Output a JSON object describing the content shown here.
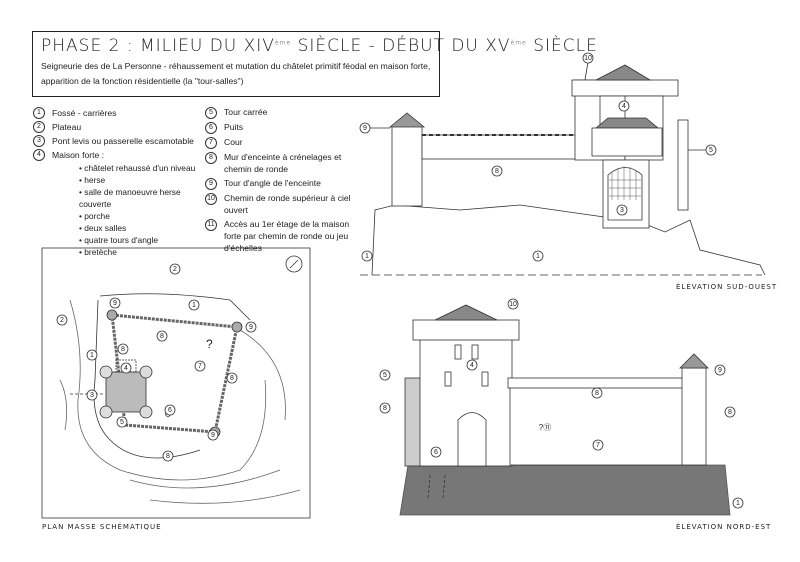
{
  "header": {
    "title_main": "PHASE 2 : MILIEU DU XIV",
    "title_sup1": "ème",
    "title_mid": " SIÈCLE - DÉBUT DU XV",
    "title_sup2": "ème",
    "title_end": " SIÈCLE",
    "subtitle": "Seigneurie des de La Personne - réhaussement et mutation du châtelet primitif féodal en maison forte, apparition de la fonction résidentielle (la \"tour-salles\")"
  },
  "legend": {
    "items": [
      {
        "num": "1",
        "label": "Fossé - carrières"
      },
      {
        "num": "2",
        "label": "Plateau"
      },
      {
        "num": "3",
        "label": "Pont levis ou passerelle escamotable"
      },
      {
        "num": "4",
        "label": "Maison forte :"
      },
      {
        "num": "5",
        "label": "Tour carrée"
      },
      {
        "num": "6",
        "label": "Puits"
      },
      {
        "num": "7",
        "label": "Cour"
      },
      {
        "num": "8",
        "label": "Mur d'enceinte à crénelages et chemin de ronde"
      },
      {
        "num": "9",
        "label": "Tour d'angle de l'enceinte"
      },
      {
        "num": "10",
        "label": "Chemin de ronde supérieur à ciel ouvert"
      },
      {
        "num": "11",
        "label": "Accès au 1er étage de la maison forte par chemin de ronde ou jeu d'échelles"
      }
    ],
    "maison_forte_details": [
      "châtelet rehaussé d'un niveau",
      "herse",
      "salle de manoeuvre herse couverte",
      "porche",
      "deux salles",
      "quatre tours d'angle",
      "bretèche"
    ]
  },
  "drawings": {
    "plan_caption": "PLAN MASSE SCHÉMATIQUE",
    "sw_caption": "ÉLÉVATION SUD-OUEST",
    "ne_caption": "ÉLÉVATION NORD-EST",
    "unknown_mark": "?",
    "uncertain_access": "?⑪"
  },
  "colors": {
    "ink": "#222222",
    "hatch": "#777777",
    "paper": "#ffffff"
  }
}
